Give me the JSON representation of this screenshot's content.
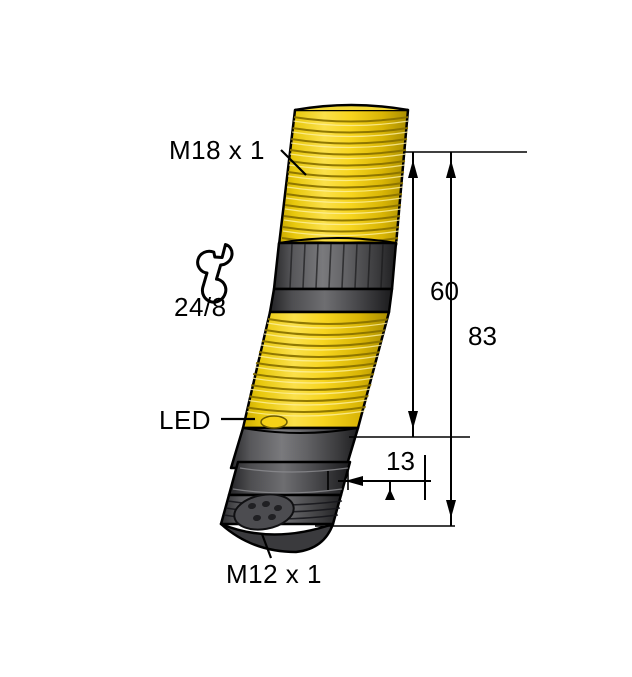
{
  "diagram": {
    "title": "Sensor dimensional drawing",
    "background_color": "#ffffff",
    "line_color": "#000000",
    "body_yellow": "#f5d117",
    "body_yellow_dark": "#c9a900",
    "body_gray": "#58585a",
    "body_gray_dark": "#2e2e30",
    "led_color": "#f5d117",
    "labels": {
      "thread_top": "M18 x 1",
      "wrench_size": "24/8",
      "led": "LED",
      "thread_bottom": "M12 x 1",
      "dim_60": "60",
      "dim_83": "83",
      "dim_13": "13"
    },
    "icons": {
      "wrench": "wrench-icon"
    }
  }
}
